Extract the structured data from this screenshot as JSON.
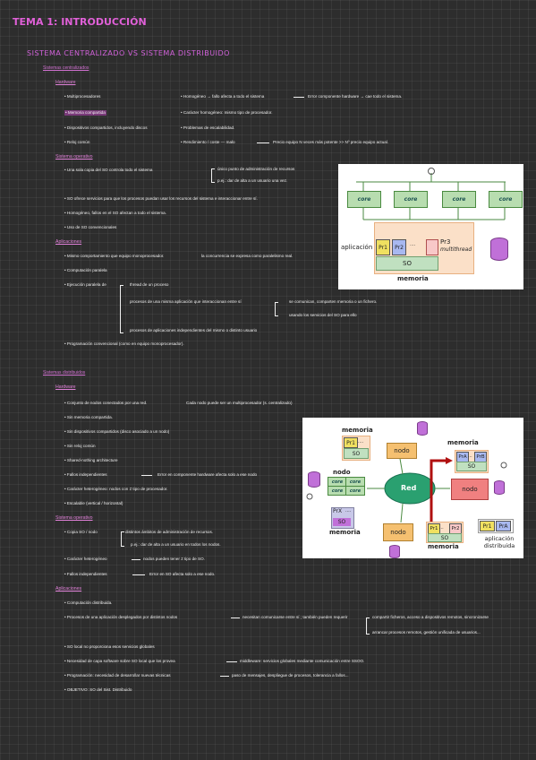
{
  "title": "TEMA 1: INTRODUCCIÓN",
  "subtitle": "SISTEMA CENTRALIZADO VS SISTEMA DISTRIBUIDO",
  "centralized": {
    "heading": "Sistemas centralizados",
    "hardware_heading": "Hardware",
    "hardware_left": [
      "• Multiprocesadores",
      "• Memoria compartida",
      "• Dispositivos compartidos, incluyendo discos",
      "• Reloj común"
    ],
    "hardware_right": [
      "• Homogéneo → fallo afecta a todo el sistema",
      "• Carácter homogéneo: mismo tipo de procesador.",
      "• Problemas de escalabilidad.",
      "• Rendimiento / coste — malo"
    ],
    "hardware_right_ext": [
      "Error componente hardware → cae todo el sistema.",
      "Precio equipo N veces más potente >> Nº precio equipo actual."
    ],
    "os_heading": "Sistema operativo",
    "os_items": [
      "• Una sola copia del SO controla todo el sistema",
      "• SO ofrece servicios para que los procesos puedan usar los recursos del sistema e interaccionar entre sí.",
      "• Homogéneo, fallos en el SO afectan a todo el sistema.",
      "• Uso de SO convencionales"
    ],
    "os_brace": [
      "único punto de administración de recursos",
      "p.ej.: dar de alta a un usuario una vez."
    ],
    "apps_heading": "Aplicaciones",
    "apps_items": [
      "• Mismo comportamiento que equipo monoprocesador.",
      "• Computación paralela",
      "• Ejecución paralela de",
      "• Programación convencional (como en equipo monoprocesador)."
    ],
    "apps_note": "la concurrencia se expresa como paralelismo real.",
    "apps_sub": [
      "thread de un proceso",
      "procesos de una misma aplicación que interaccionan entre sí",
      "procesos de aplicaciones independientes del mismo o distinto usuario"
    ],
    "apps_sub2": [
      "se comunican, comparten memoria o un fichero.",
      "usando los servicios del SO para ello"
    ]
  },
  "distributed": {
    "heading": "Sistemas distribuidos",
    "hardware_heading": "Hardware",
    "hardware_items": [
      "• Conjunto de nodos conectados por una red.",
      "• Sin memoria compartida.",
      "• Sin dispositivos compartidos (disco asociado a un nodo)",
      "• Sin reloj común",
      "• Shared-nothing architecture",
      "• Fallos independientes",
      "• Carácter heterogéneo: nodos con ≠ tipo de procesador.",
      "• Escalable (vertical / horizontal)"
    ],
    "hardware_notes": [
      "Cada nodo puede ser un multiprocesador (s. centralizado)",
      "Error en componente hardware afecta solo a ese nodo"
    ],
    "os_heading": "Sistema operativo",
    "os_items": [
      "• Copia SO / nodo",
      "• Carácter heterogéneo",
      "• Fallos independientes"
    ],
    "os_notes": [
      "distintos ámbitos de administración de recursos.",
      "p.ej.: dar de alta a un usuario en todos los nodos.",
      "nodos pueden tener ≠ tipo de SO.",
      "Error en SO afecta solo a ese nodo."
    ],
    "apps_heading": "Aplicaciones",
    "apps_items": [
      "• Computación distribuida.",
      "• Procesos de una aplicación desplegados por distintos nodos",
      "• SO local no proporciona esos servicios globales",
      "• Necesidad de capa software sobre SO local que los provea",
      "• Programación: necesidad de desarrollar nuevas técnicas",
      "• OBJETIVO: SO del Sist. Distribuido"
    ],
    "apps_notes": [
      "necesitan comunicarse entre sí ; también pueden requerir",
      "compartir ficheros, acceso a dispositivos remotos, sincronizarse",
      "arrancar procesos remotos, gestión unificada de usuarios...",
      "middleware: servicios globales mediante comunicación entre SSOO.",
      "paso de mensajes, despliegue de procesos, tolerancia a fallos..."
    ]
  },
  "diagram_centralized": {
    "cores": [
      "core",
      "core",
      "core",
      "core"
    ],
    "app_label": "aplicación",
    "procs": [
      "Pr1",
      "Pr2",
      "....",
      "Pr3"
    ],
    "pr3_sub": "multithread",
    "os": "SO",
    "memory": "memoria"
  },
  "diagram_distributed": {
    "top_memory": "memoria",
    "top_procs": [
      "Pr1",
      "...."
    ],
    "top_so": "SO",
    "node": "nodo",
    "left_label": "nodo",
    "left_cores": [
      "core",
      "core",
      "core",
      "core"
    ],
    "net": "Red",
    "left_bottom_procs": [
      "PrX",
      "...."
    ],
    "left_bottom_so": "SO",
    "left_bottom_mem": "memoria",
    "right_memory": "memoria",
    "right_procs": [
      "PrA",
      "...",
      "PrB"
    ],
    "right_so": "SO",
    "bottom_procs": [
      "Pr1",
      "...",
      "Pr2"
    ],
    "bottom_so": "SO",
    "bottom_mem": "memoria",
    "legend_procs": [
      "Pr1",
      "PrA"
    ],
    "legend_label": "aplicación distribuida"
  }
}
